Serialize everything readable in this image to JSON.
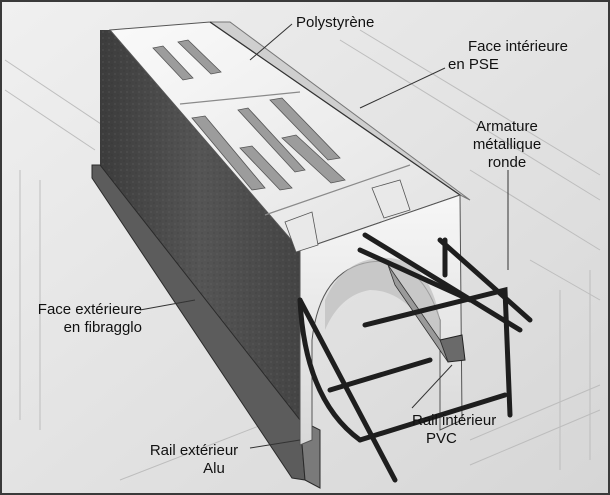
{
  "labels": {
    "polystyrene": "Polystyrène",
    "face_interieure_1": "Face intérieure",
    "face_interieure_2": "en PSE",
    "armature_1": "Armature",
    "armature_2": "métallique",
    "armature_3": "ronde",
    "face_exterieure_1": "Face extérieure",
    "face_exterieure_2": "en fibragglo",
    "rail_interieur_1": "Rail intérieur",
    "rail_interieur_2": "PVC",
    "rail_exterieur_1": "Rail extérieur",
    "rail_exterieur_2": "Alu"
  },
  "colors": {
    "background": "#e4e4e4",
    "panel_dark": "#4a4a4a",
    "polystyrene_white": "#f4f4f4",
    "rebar": "#222222",
    "frame": "#3a3a3a"
  }
}
